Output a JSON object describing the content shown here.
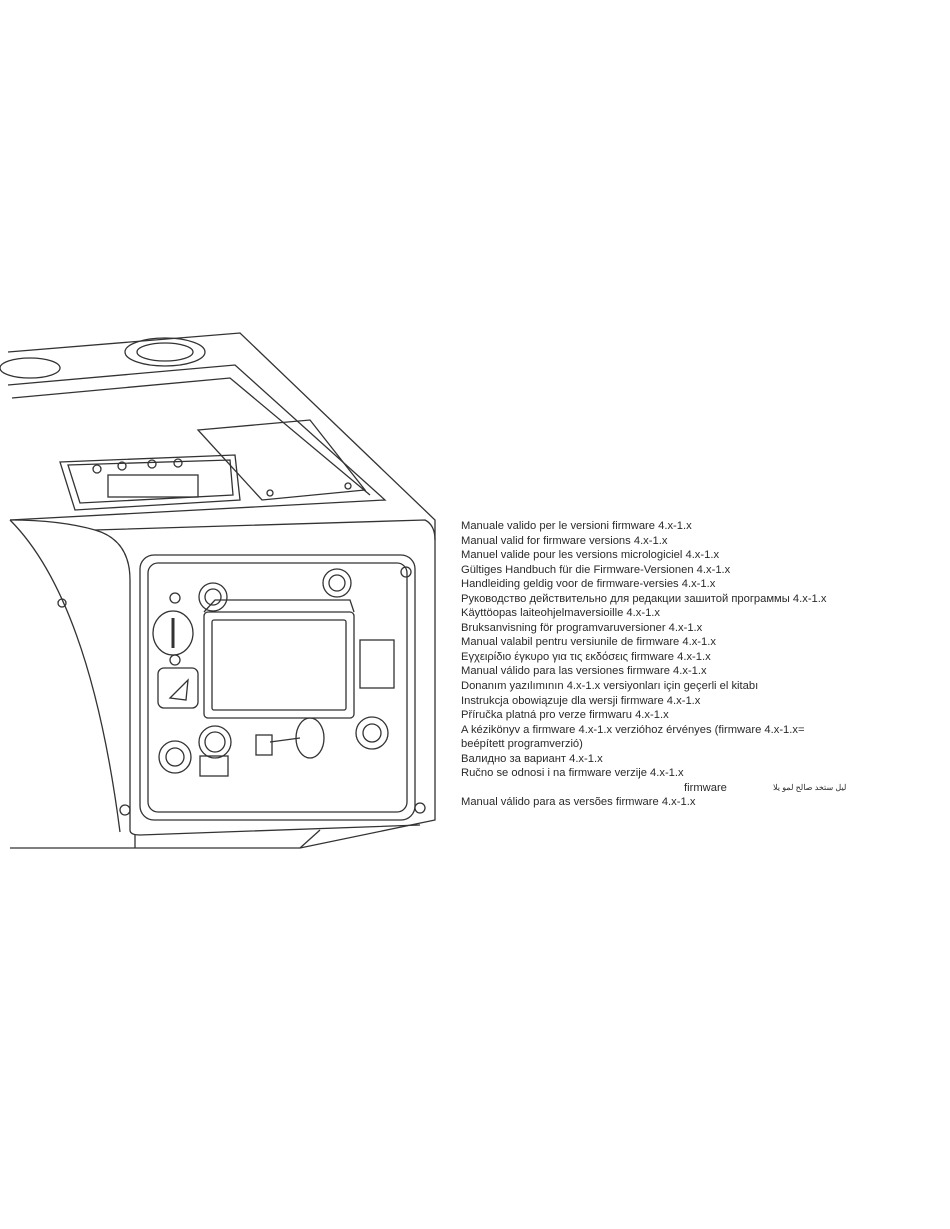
{
  "document": {
    "lines": [
      "Manuale valido per le versioni firmware 4.x-1.x",
      "Manual valid for firmware versions 4.x-1.x",
      "Manuel valide pour les versions micrologiciel 4.x-1.x",
      "Gültiges Handbuch für die Firmware-Versionen 4.x-1.x",
      "Handleiding geldig voor de firmware-versies 4.x-1.x",
      "Руководство действительно для редакции зашитой программы 4.x-1.x",
      "Käyttöopas laiteohjelmaversioille 4.x-1.x",
      "Bruksanvisning för programvaruversioner 4.x-1.x",
      "Manual valabil pentru versiunile de firmware 4.x-1.x",
      "Εγχειρίδιο έγκυρο για τις εκδόσεις firmware 4.x-1.x",
      "Manual válido para las versiones firmware 4.x-1.x",
      "Donanım yazılımının 4.x-1.x versiyonları için geçerli el kitabı",
      "Instrukcja obowiązuje dla wersji firmware 4.x-1.x",
      "Příručka platná pro verze firmwaru 4.x-1.x",
      "A kézikönyv a firmware 4.x-1.x  verzióhoz érvényes (firmware 4.x-1.x=",
      "beépített programverzió)",
      "Валидно за вариант 4.x-1.x",
      "Ručno se odnosi i na firmware verzije 4.x-1.x"
    ],
    "arabic_firmware": "firmware",
    "arabic_text": "ليل ستخد  صالح لمو يلا",
    "last_line": "Manual válido para as versões firmware 4.x-1.x"
  }
}
